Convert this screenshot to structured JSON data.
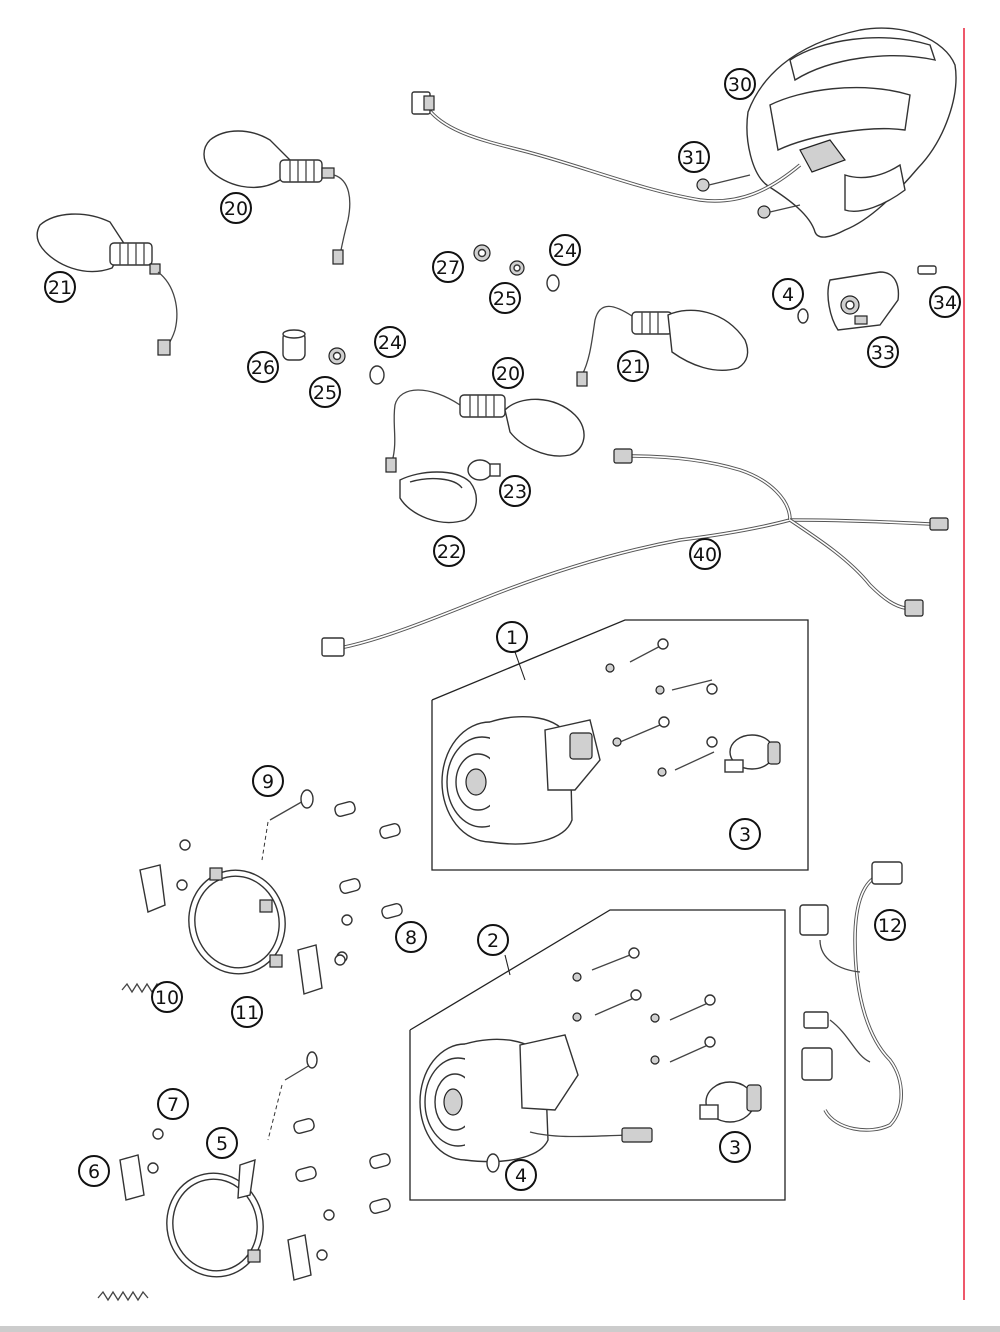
{
  "diagram": {
    "border_color": "#e8203a",
    "callouts": [
      {
        "id": "c30",
        "label": "30"
      },
      {
        "id": "c31",
        "label": "31"
      },
      {
        "id": "c20a",
        "label": "20"
      },
      {
        "id": "c21a",
        "label": "21"
      },
      {
        "id": "c27",
        "label": "27"
      },
      {
        "id": "c24a",
        "label": "24"
      },
      {
        "id": "c25a",
        "label": "25"
      },
      {
        "id": "c4a",
        "label": "4"
      },
      {
        "id": "c34",
        "label": "34"
      },
      {
        "id": "c33",
        "label": "33"
      },
      {
        "id": "c21b",
        "label": "21"
      },
      {
        "id": "c26",
        "label": "26"
      },
      {
        "id": "c24b",
        "label": "24"
      },
      {
        "id": "c25b",
        "label": "25"
      },
      {
        "id": "c20b",
        "label": "20"
      },
      {
        "id": "c23",
        "label": "23"
      },
      {
        "id": "c22",
        "label": "22"
      },
      {
        "id": "c40",
        "label": "40"
      },
      {
        "id": "c1",
        "label": "1"
      },
      {
        "id": "c9",
        "label": "9"
      },
      {
        "id": "c3a",
        "label": "3"
      },
      {
        "id": "c12",
        "label": "12"
      },
      {
        "id": "c8",
        "label": "8"
      },
      {
        "id": "c2",
        "label": "2"
      },
      {
        "id": "c10",
        "label": "10"
      },
      {
        "id": "c11",
        "label": "11"
      },
      {
        "id": "c7",
        "label": "7"
      },
      {
        "id": "c5",
        "label": "5"
      },
      {
        "id": "c6",
        "label": "6"
      },
      {
        "id": "c3b",
        "label": "3"
      },
      {
        "id": "c4b",
        "label": "4"
      }
    ]
  }
}
